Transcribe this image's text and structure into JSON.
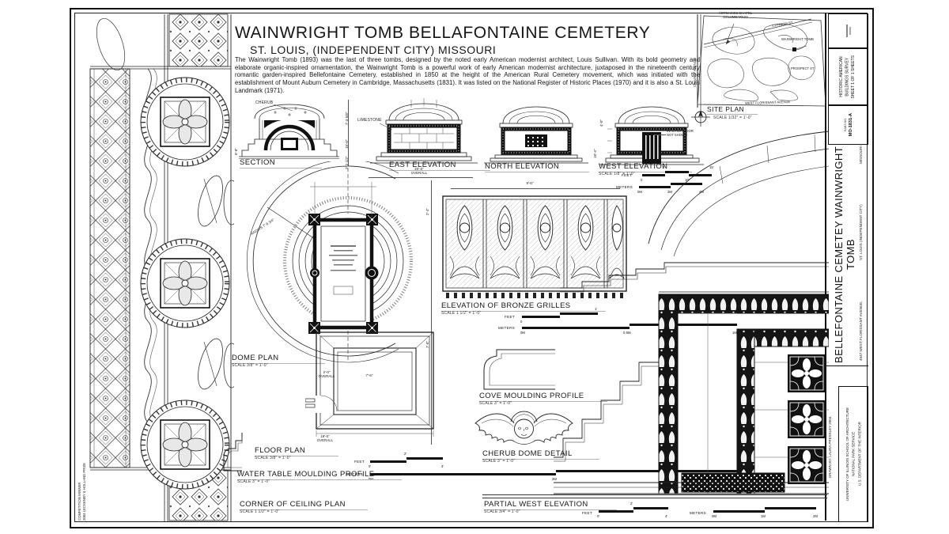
{
  "sheet": {
    "title": "WAINWRIGHT TOMB BELLAFONTAINE CEMETERY",
    "subtitle": "ST. LOUIS, (INDEPENDENT CITY) MISSOURI",
    "description": "The Wainwright Tomb (1893) was the last of three tombs, designed by the noted early American modernist architect, Louis Sullivan. With its bold geometry and elaborate organic-inspired ornamentation, the Wainwright Tomb is a powerful work of early American modernist architecture, juxtaposed in the nineteenth century romantic garden-inspired Bellefontaine Cemetery, established in 1850 at the height of the American Rural Cemetery movement, which was initiated with the establishment of Mount Auburn Cemetery in Cambridge, Massachusetts (1831). It was listed on the National Register of Historic Places (1970) and it is also a St. Louis Landmark (1971)."
  },
  "drawings": {
    "section": {
      "label": "SECTION"
    },
    "east": {
      "label": "EAST ELEVATION"
    },
    "north": {
      "label": "NORTH ELEVATION"
    },
    "west": {
      "label": "WEST ELEVATION",
      "scale": "SCALE 1/8\" = 1'-0\""
    },
    "site": {
      "label": "SITE PLAN",
      "scale": "SCALE 1/32\" = 1'-0\""
    },
    "dome": {
      "label": "DOME PLAN",
      "scale": "SCALE 3/8\" = 1'-0\""
    },
    "grilles": {
      "label": "ELEVATION OF BRONZE GRILLES",
      "scale": "SCALE 1 1/2\" = 1'-0\""
    },
    "cove": {
      "label": "COVE MOULDING PROFILE",
      "scale": "SCALE 3\" = 1'-0\""
    },
    "cherub": {
      "label": "CHERUB DOME DETAIL",
      "scale": "SCALE 3\" = 1'-0\""
    },
    "floor": {
      "label": "FLOOR PLAN",
      "scale": "SCALE 3/8\" = 1'-0\""
    },
    "water_table": {
      "label": "WATER TABLE MOULDING PROFILE",
      "scale": "SCALE 3\" = 1'-0\""
    },
    "ceiling": {
      "label": "CORNER OF CEILING PLAN",
      "scale": "SCALE 1 1/2\" = 1'-0\""
    },
    "partial_west": {
      "label": "PARTIAL WEST ELEVATION",
      "scale": "SCALE 3/4\" = 1'-0\""
    }
  },
  "site_plan": {
    "chapel": "HOTCHKISS CHAPEL\nCOLUMBARIUM",
    "cypress": "CYPRESS ST",
    "tomb": "WAINWRIGHT TOMB",
    "prospect": "PROSPECT ST",
    "calvary": "CALVARY AVENUE",
    "florissant": "WEST FLORISSANT AVENUE"
  },
  "annotations": {
    "cherub": "CHERUB",
    "limestone": "LIMESTONE",
    "interior_door": "INTERIOR DOOR\nNOT SHOWN"
  },
  "dimensions": {
    "section_right_1": "7'-3 5/8\"",
    "section_right_2": "16'-0\"",
    "section_right_3": "2'-2 1/2\"",
    "section_left": "6'-8\"",
    "east_overall": "20'-0\"\nOVERALL",
    "west_upper": "4'-0\"",
    "west_height": "18'-4\"",
    "dome_radius": "RADIUS 7'-6 3/4\"",
    "chain_upper": "2'-4\"",
    "chain_lower": "7'-0\"",
    "floor_top_left": "2'-0\"\nOVERALL",
    "floor_top_right": "7'-6\"",
    "floor_overall": "19'-0\"\nOVERALL",
    "grille_width": "9'-6\""
  },
  "scalebars": {
    "feet": "FEET",
    "meters": "METERS",
    "elev": {
      "f": [
        "0",
        "5'",
        "10'",
        "15'"
      ],
      "m": [
        "0M",
        "2M",
        "4M"
      ]
    },
    "grille": {
      "f": [
        "0",
        "1'"
      ],
      "m": [
        "0M",
        "0.5M",
        "1M"
      ]
    },
    "plan": {
      "f": [
        "0'",
        "2'",
        "4'"
      ],
      "m": [
        "0M",
        "2M",
        "4M"
      ]
    },
    "partial": {
      "f": [
        "0'",
        "2'",
        "4'"
      ],
      "m": [
        "0M",
        "1M",
        "2M"
      ]
    }
  },
  "titleblock": {
    "survey": "HISTORIC AMERICAN\nBUILDINGS SURVEY\nSHEET 1 OF 1 SHEETS",
    "habs_label": "HABS NO.",
    "habs_no": "MO-1831-A",
    "main_title": "BELLEFONTAINE CEMETEY WAINWRIGHT TOMB",
    "address": "4947 WEST FLORISSANT AVENUE,",
    "city": "ST. LOUIS (INDEPENDENT CITY)",
    "state": "MISSOURI",
    "drawn_by": "DRAWN BY: LAURA PRESSLEY 2004",
    "org": "UNIVERSITY OF ILLINOIS SCHOOL OF ARCHITECTURE\nNATIONAL PARK SERVICE\nU.S. DEPARTMENT OF THE INTERIOR"
  },
  "margin": {
    "competition_1": "COMPETITION WINNER",
    "competition_2": "2004 LECKENBY & HOLLAND PRIZE"
  }
}
